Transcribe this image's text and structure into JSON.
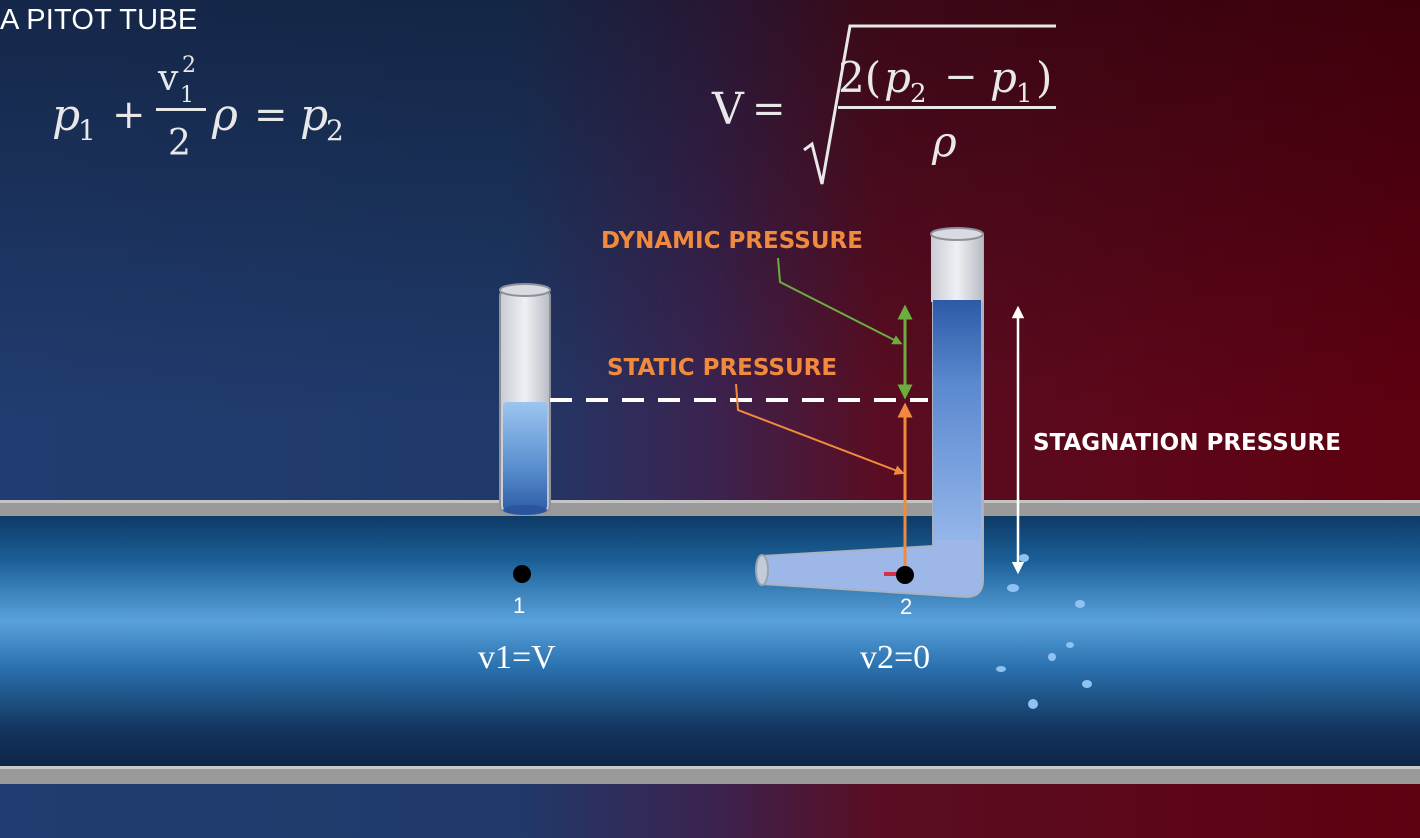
{
  "title": "A PITOT TUBE",
  "eq1": {
    "p": "p",
    "sub1": "1",
    "plus": "+",
    "v": "v",
    "vsub": "1",
    "vsup": "2",
    "den": "2",
    "rho": "ρ",
    "eq": "=",
    "p2": "p",
    "sub2": "2"
  },
  "eq2": {
    "V": "V",
    "eq": "=",
    "two": "2(",
    "p2": "p",
    "sub2": "2",
    "minus": "−",
    "p1": "p",
    "sub1": "1",
    "close": ")",
    "rho": "ρ"
  },
  "labels": {
    "dynamic": "DYNAMIC PRESSURE",
    "static": "STATIC PRESSURE",
    "stagnation": "STAGNATION PRESSURE"
  },
  "points": {
    "p1": "1",
    "p2": "2",
    "v1": "v1=V",
    "v2": "v2=0"
  },
  "colors": {
    "label_orange": "#f08a3c",
    "arrow_green": "#6aae3e",
    "arrow_orange": "#f08a3c",
    "background_left": "#1e3a6e",
    "background_right": "#5e0010"
  }
}
